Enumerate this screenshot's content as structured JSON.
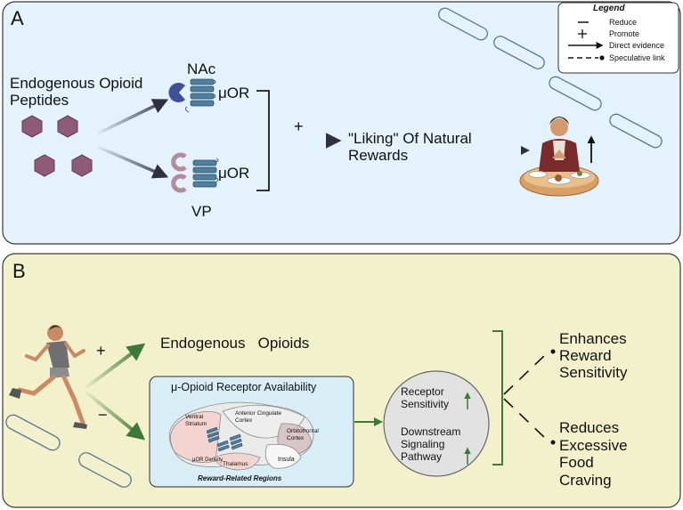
{
  "panel_a": {
    "letter": "A",
    "peptides_label": "Endogenous Opioid\nPeptides",
    "nac_label": "NAc",
    "vp_label": "VP",
    "receptor_label_top": "μOR",
    "receptor_label_bottom": "μOR",
    "plus_sign": "+",
    "liking_label": "\"Liking\" Of Natural\nRewards"
  },
  "legend": {
    "title": "Legend",
    "items": [
      {
        "symbol": "—",
        "label": "Reduce"
      },
      {
        "symbol": "+",
        "label": "Promote"
      },
      {
        "symbol": "arrow",
        "label": "Direct evidence"
      },
      {
        "symbol": "dashed",
        "label": "Speculative link"
      }
    ]
  },
  "panel_b": {
    "letter": "B",
    "plus_sign": "+",
    "minus_sign": "−",
    "opioids_label": "Endogenous   Opioids",
    "availability_title": "μ-Opioid Receptor Availability",
    "brain_labels": {
      "ventral_striatum": "Ventral\nStriatum",
      "acc": "Anterior Cingulate\nCortex",
      "ofc": "Orbitofrontal\nCortex",
      "insula": "Insula",
      "thalamus": "Thalamus",
      "density": "μOR Density"
    },
    "regions_caption": "Reward-Related Regions",
    "receptor_sensitivity": "Receptor\nSensitivity",
    "downstream": "Downstream\nSignaling\nPathway",
    "outcome_1": "Enhances\nReward\nSensitivity",
    "outcome_2": "Reduces\nExcessive\nFood\nCraving"
  },
  "colors": {
    "panel_a_bg": "#e3f2fb",
    "panel_b_bg": "#f3f1cc",
    "hexagon": "#8e5a78",
    "receptor": "#4f7fa0",
    "green_arrow": "#3e7a37",
    "dark_arrow": "#3a3a4a"
  }
}
